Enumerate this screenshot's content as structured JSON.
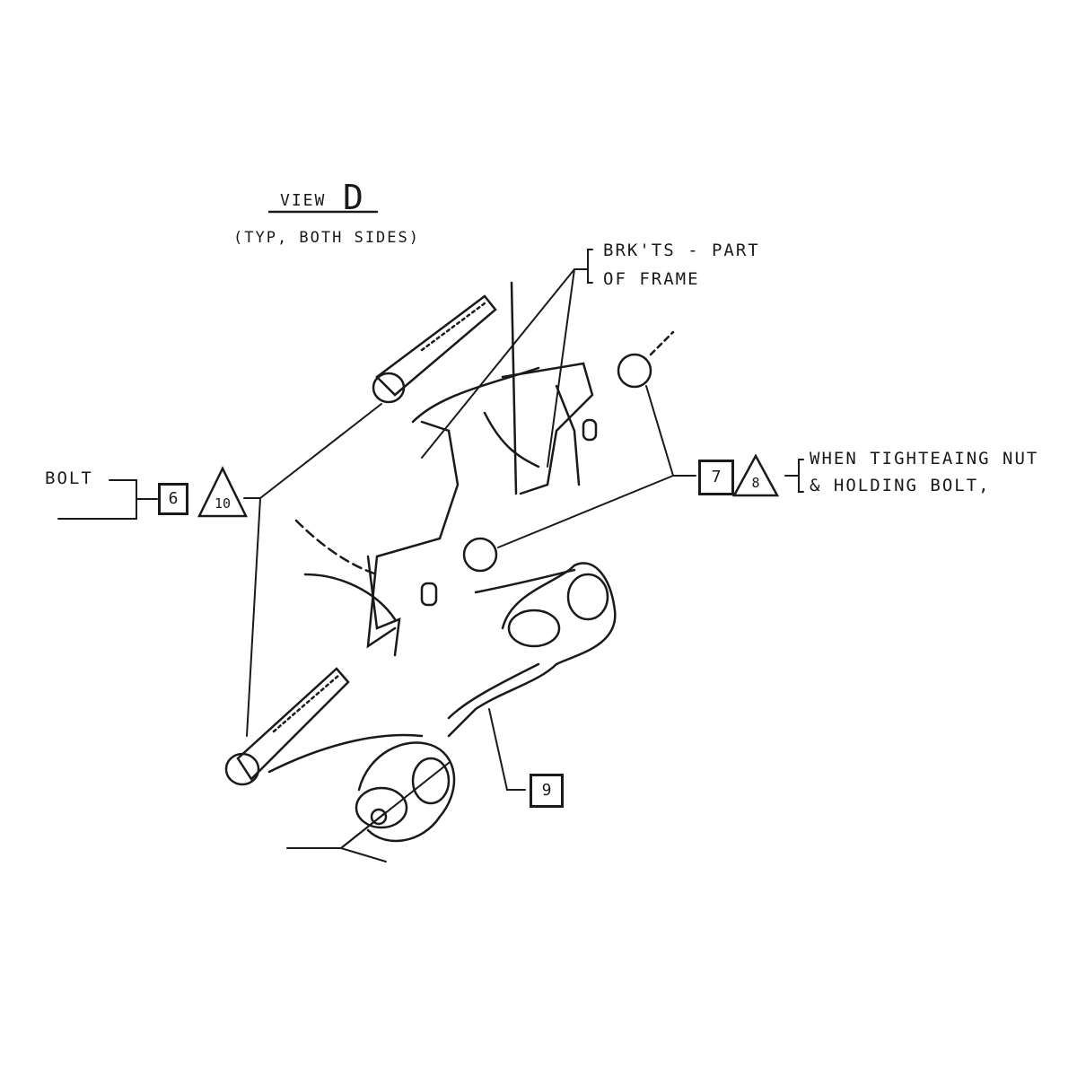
{
  "title": {
    "view": "VIEW",
    "letter": "D",
    "subtitle": "(TYP, BOTH SIDES)"
  },
  "callouts": {
    "brackets": {
      "line1": "BRK'TS - PART",
      "line2": "OF FRAME"
    },
    "bolt": {
      "label": "BOLT",
      "box": "6",
      "triangle": "10"
    },
    "nut": {
      "box": "7",
      "triangle": "8",
      "line1": "WHEN TIGHTEAING NUT",
      "line2": "& HOLDING BOLT,"
    },
    "bracket_part": {
      "box": "9"
    }
  },
  "colors": {
    "ink": "#1a1a1a",
    "background": "#ffffff"
  }
}
